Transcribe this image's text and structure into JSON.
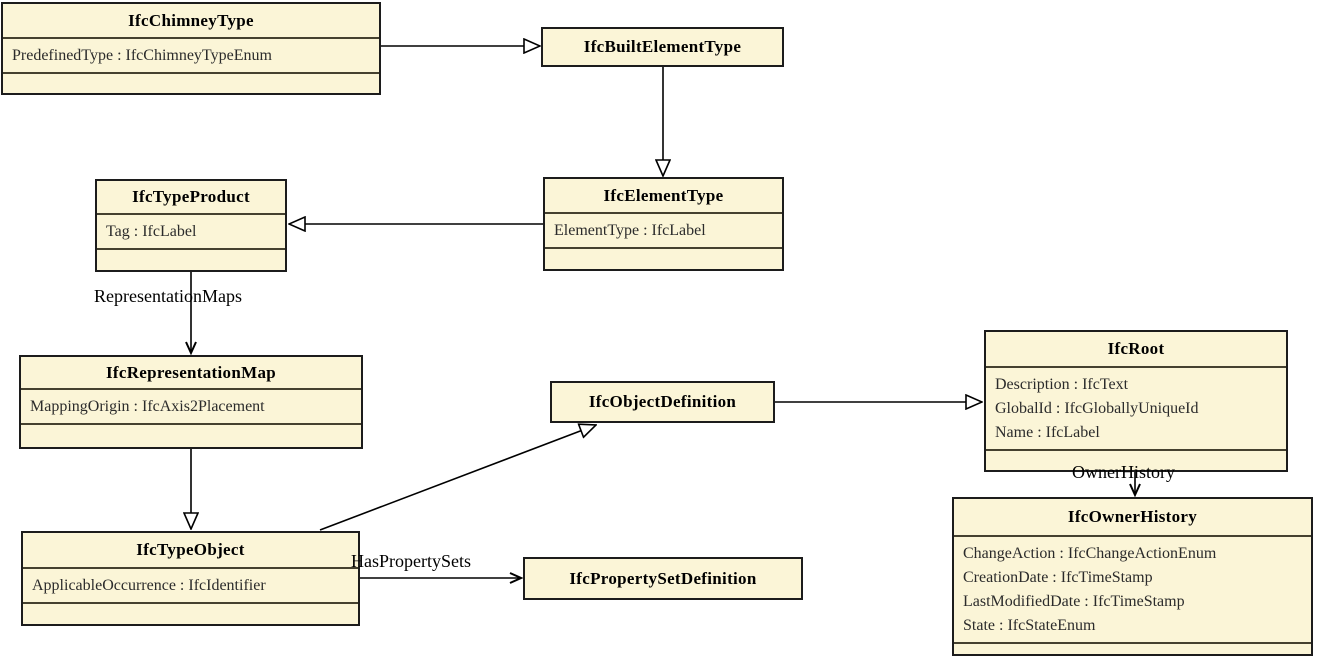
{
  "diagram_title": "IfcChimneyType inheritance and attribute diagram",
  "colors": {
    "box_fill": "#FBF5D7",
    "box_border": "#1C1C1C",
    "divider": "#45412F",
    "line": "#000000",
    "background": "#FFFFFF"
  },
  "classes": [
    {
      "name": "IfcChimneyType",
      "attributes": [
        "PredefinedType : IfcChimneyTypeEnum"
      ]
    },
    {
      "name": "IfcBuiltElementType",
      "attributes": []
    },
    {
      "name": "IfcElementType",
      "attributes": [
        "ElementType : IfcLabel"
      ]
    },
    {
      "name": "IfcTypeProduct",
      "attributes": [
        "Tag : IfcLabel"
      ]
    },
    {
      "name": "IfcRepresentationMap",
      "attributes": [
        "MappingOrigin : IfcAxis2Placement"
      ]
    },
    {
      "name": "IfcTypeObject",
      "attributes": [
        "ApplicableOccurrence : IfcIdentifier"
      ]
    },
    {
      "name": "IfcObjectDefinition",
      "attributes": []
    },
    {
      "name": "IfcRoot",
      "attributes": [
        "Description : IfcText",
        "GlobalId : IfcGloballyUniqueId",
        "Name : IfcLabel"
      ]
    },
    {
      "name": "IfcPropertySetDefinition",
      "attributes": []
    },
    {
      "name": "IfcOwnerHistory",
      "attributes": [
        "ChangeAction : IfcChangeActionEnum",
        "CreationDate : IfcTimeStamp",
        "LastModifiedDate : IfcTimeStamp",
        "State : IfcStateEnum"
      ]
    }
  ],
  "edge_labels": {
    "representation_maps": "RepresentationMaps",
    "has_property_sets": "HasPropertySets",
    "owner_history": "OwnerHistory"
  },
  "relationships": [
    {
      "from": "IfcChimneyType",
      "to": "IfcBuiltElementType",
      "type": "inheritance"
    },
    {
      "from": "IfcBuiltElementType",
      "to": "IfcElementType",
      "type": "inheritance"
    },
    {
      "from": "IfcElementType",
      "to": "IfcTypeProduct",
      "type": "inheritance"
    },
    {
      "from": "IfcTypeProduct",
      "to": "IfcRepresentationMap",
      "type": "association",
      "label": "RepresentationMaps"
    },
    {
      "from": "IfcRepresentationMap",
      "to": "IfcTypeObject",
      "type": "inheritance"
    },
    {
      "from": "IfcTypeObject",
      "to": "IfcObjectDefinition",
      "type": "inheritance"
    },
    {
      "from": "IfcObjectDefinition",
      "to": "IfcRoot",
      "type": "inheritance"
    },
    {
      "from": "IfcRoot",
      "to": "IfcOwnerHistory",
      "type": "association",
      "label": "OwnerHistory"
    },
    {
      "from": "IfcTypeObject",
      "to": "IfcPropertySetDefinition",
      "type": "association",
      "label": "HasPropertySets"
    }
  ]
}
